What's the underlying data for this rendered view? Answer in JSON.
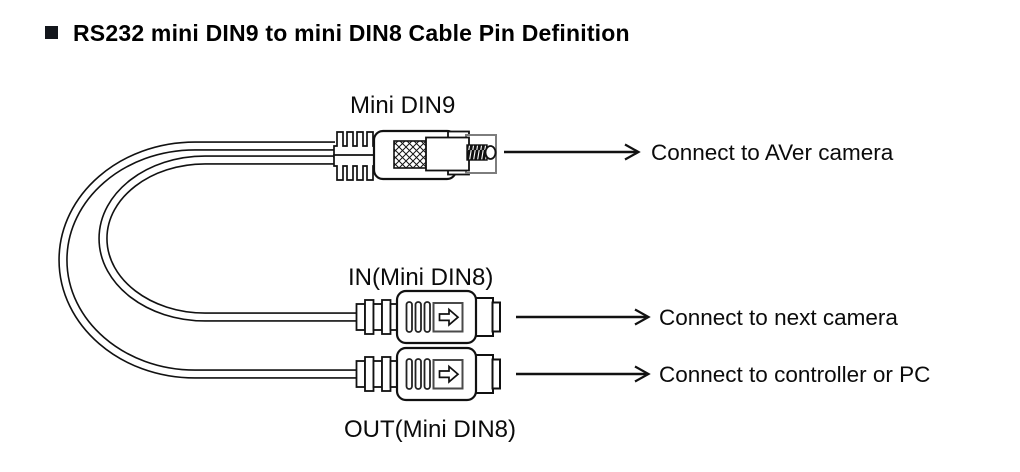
{
  "title": "RS232 mini DIN9 to mini DIN8 Cable Pin Definition",
  "connectors": {
    "din9": {
      "label": "Mini DIN9",
      "annotation": "Connect to AVer camera"
    },
    "din8_in": {
      "label": "IN(Mini DIN8)",
      "annotation": "Connect to next camera"
    },
    "din8_out": {
      "label": "OUT(Mini DIN8)",
      "annotation": "Connect to controller or PC"
    }
  },
  "icons": {
    "bullet": "square-bullet",
    "din8_face": "right-arrow-outline",
    "annotation_arrow": "right-arrow-open-head"
  },
  "colors": {
    "background": "#ffffff",
    "line": "#111111",
    "frame_gray": "#7d7d7d",
    "text": "#000000"
  }
}
